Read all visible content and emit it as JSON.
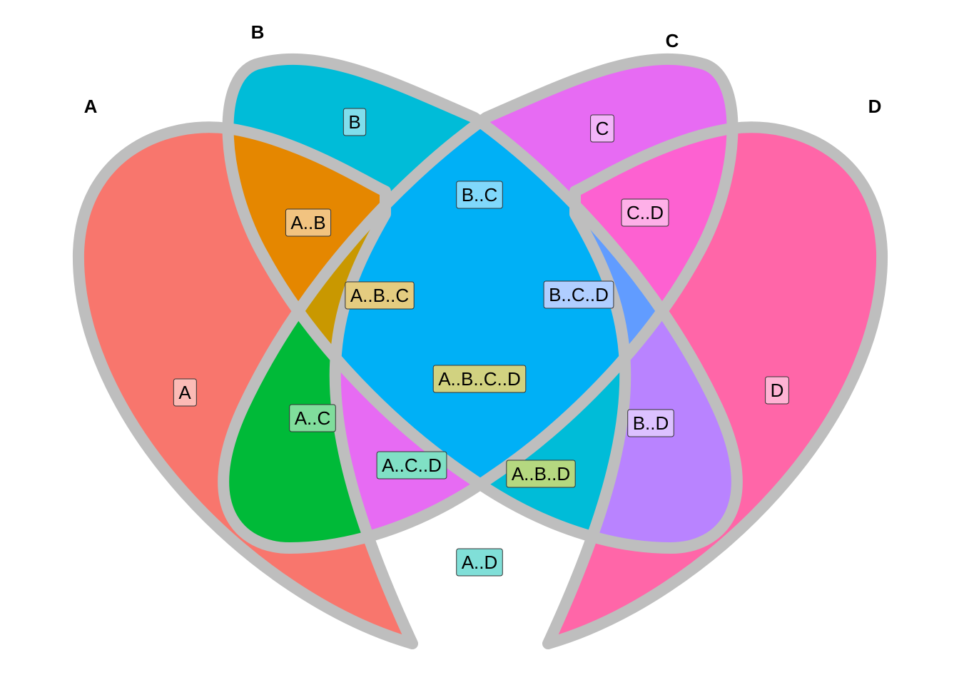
{
  "sets": [
    {
      "id": "A",
      "title": "A",
      "color": "#F8766D"
    },
    {
      "id": "B",
      "title": "B",
      "color": "#00BCD8"
    },
    {
      "id": "C",
      "title": "C",
      "color": "#E76BF3"
    },
    {
      "id": "D",
      "title": "D",
      "color": "#FF66A8"
    }
  ],
  "outline_color": "#BEBEBE",
  "regions": [
    {
      "key": "A",
      "label": "A",
      "color": "#F8766D"
    },
    {
      "key": "B",
      "label": "B",
      "color": "#00BCD8"
    },
    {
      "key": "C",
      "label": "C",
      "color": "#E76BF3"
    },
    {
      "key": "D",
      "label": "D",
      "color": "#FF66A8"
    },
    {
      "key": "AB",
      "label": "A..B",
      "color": "#E58700"
    },
    {
      "key": "AC",
      "label": "A..C",
      "color": "#00BA38"
    },
    {
      "key": "AD",
      "label": "A..D",
      "color": "#00BFB0"
    },
    {
      "key": "BC",
      "label": "B..C",
      "color": "#00B0F6"
    },
    {
      "key": "BD",
      "label": "B..D",
      "color": "#B983FF"
    },
    {
      "key": "CD",
      "label": "C..D",
      "color": "#FD61D1"
    },
    {
      "key": "ABC",
      "label": "A..B..C",
      "color": "#C99800"
    },
    {
      "key": "ABD",
      "label": "A..B..D",
      "color": "#6BB100"
    },
    {
      "key": "ACD",
      "label": "A..C..D",
      "color": "#00C08B"
    },
    {
      "key": "BCD",
      "label": "B..C..D",
      "color": "#619CFF"
    },
    {
      "key": "ABCD",
      "label": "A..B..C..D",
      "color": "#A3A500"
    }
  ]
}
